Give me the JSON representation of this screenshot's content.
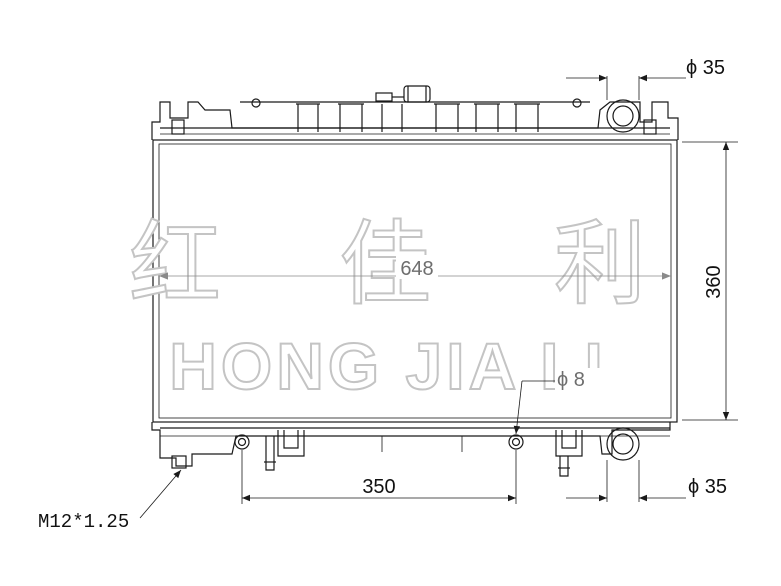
{
  "watermark": {
    "chinese": [
      "红",
      "佳",
      "利"
    ],
    "english": "HONG JIA LI",
    "outline_color": "#c4c4c4"
  },
  "dimensions": {
    "core_width": "648",
    "core_height": "360",
    "fitting_spacing": "350",
    "top_pipe_diameter": "ϕ 35",
    "bottom_pipe_diameter": "ϕ 35",
    "fitting_diameter": "ϕ 8",
    "drain_thread": "M12*1.25"
  },
  "colors": {
    "line": "#1a1a1a",
    "gray_label": "#6e6e6e"
  }
}
